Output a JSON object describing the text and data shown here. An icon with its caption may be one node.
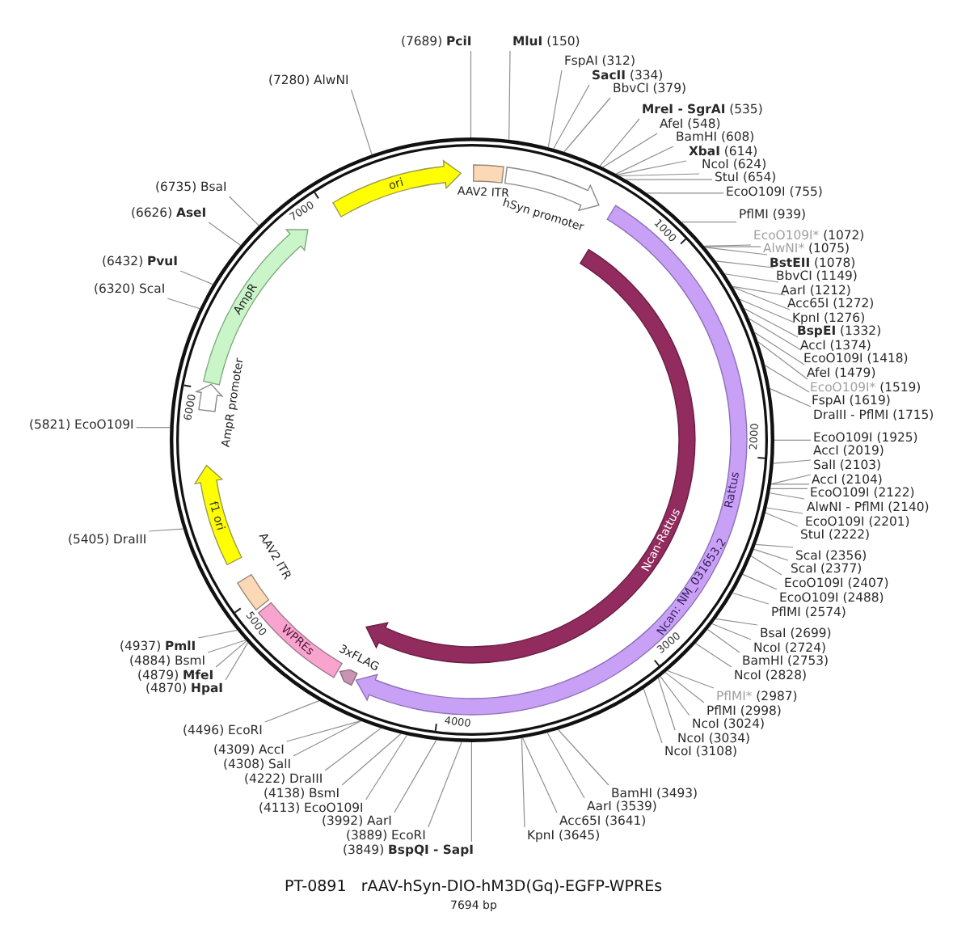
{
  "diagram": {
    "title": "PT-0891   rAAV-hSyn-DIO-hM3D(Gq)-EGFP-WPREs",
    "caption": "7694 bp",
    "nodes": [
      {
        "text": [],
        "shape": "circle"
      },
      {
        "text": [
          "AAV2 ITR"
        ],
        "in": 0
      },
      {
        "text": [
          "hSyn promoter"
        ],
        "in": 0
      },
      {
        "text": [
          "Ncan: NM_031653.2",
          "Rattus"
        ],
        "in": 0
      },
      {
        "text": [
          "Ncan-Rattus"
        ],
        "in": 0
      },
      {
        "text": [
          "3xFLAG"
        ],
        "in": 0
      },
      {
        "text": [
          "WPREs"
        ],
        "in": 0
      },
      {
        "text": [
          "AAV2 ITR"
        ],
        "in": 0
      },
      {
        "text": [
          "f1 ori"
        ],
        "in": 0
      },
      {
        "text": [
          "AmpR promoter"
        ],
        "in": 0
      },
      {
        "text": [
          "AmpR"
        ],
        "in": 0
      },
      {
        "text": [
          "ori"
        ],
        "in": 0
      },
      {
        "text": [
          "**MluI** (150)"
        ]
      },
      {
        "text": [
          "FspAI (312)"
        ]
      },
      {
        "text": [
          "**SacII** (334)"
        ]
      },
      {
        "text": [
          "BbvCI (379)"
        ]
      },
      {
        "text": [
          "**MreI - SgrAI** (535)"
        ]
      },
      {
        "text": [
          "AfeI (548)"
        ]
      },
      {
        "text": [
          "BamHI (608)"
        ]
      },
      {
        "text": [
          "**XbaI** (614)"
        ]
      },
      {
        "text": [
          "NcoI (624)"
        ]
      },
      {
        "text": [
          "StuI (654)"
        ]
      },
      {
        "text": [
          "EcoO109I (755)"
        ]
      },
      {
        "text": [
          "PflMI (939)"
        ]
      },
      {
        "text": [
          "EcoO109I* (1072)"
        ]
      },
      {
        "text": [
          "AlwNI* (1075)"
        ]
      },
      {
        "text": [
          "**BstEII** (1078)"
        ]
      },
      {
        "text": [
          "BbvCI (1149)"
        ]
      },
      {
        "text": [
          "AarI (1212)"
        ]
      },
      {
        "text": [
          "Acc65I (1272)"
        ]
      },
      {
        "text": [
          "KpnI (1276)"
        ]
      },
      {
        "text": [
          "**BspEI** (1332)"
        ]
      },
      {
        "text": [
          "AccI (1374)"
        ]
      },
      {
        "text": [
          "EcoO109I (1418)"
        ]
      },
      {
        "text": [
          "AfeI (1479)"
        ]
      },
      {
        "text": [
          "EcoO109I* (1519)"
        ]
      },
      {
        "text": [
          "FspAI (1619)"
        ]
      },
      {
        "text": [
          "DraIII - PflMI (1715)"
        ]
      },
      {
        "text": [
          "EcoO109I (1925)"
        ]
      },
      {
        "text": [
          "AccI (2019)"
        ]
      },
      {
        "text": [
          "SalI (2103)"
        ]
      },
      {
        "text": [
          "AccI (2104)"
        ]
      },
      {
        "text": [
          "EcoO109I (2122)"
        ]
      },
      {
        "text": [
          "AlwNI - PflMI (2140)"
        ]
      },
      {
        "text": [
          "EcoO109I (2201)"
        ]
      },
      {
        "text": [
          "StuI (2222)"
        ]
      },
      {
        "text": [
          "ScaI (2356)"
        ]
      },
      {
        "text": [
          "ScaI (2377)"
        ]
      },
      {
        "text": [
          "EcoO109I (2407)"
        ]
      },
      {
        "text": [
          "EcoO109I (2488)"
        ]
      },
      {
        "text": [
          "PflMI (2574)"
        ]
      },
      {
        "text": [
          "BsaI (2699)"
        ]
      },
      {
        "text": [
          "NcoI (2724)"
        ]
      },
      {
        "text": [
          "BamHI (2753)"
        ]
      },
      {
        "text": [
          "NcoI (2828)"
        ]
      },
      {
        "text": [
          "PflMI* (2987)"
        ]
      },
      {
        "text": [
          "PflMI (2998)"
        ]
      },
      {
        "text": [
          "NcoI (3024)"
        ]
      },
      {
        "text": [
          "NcoI (3034)"
        ]
      },
      {
        "text": [
          "NcoI (3108)"
        ]
      },
      {
        "text": [
          "BamHI (3493)"
        ]
      },
      {
        "text": [
          "AarI (3539)"
        ]
      },
      {
        "text": [
          "Acc65I (3641)"
        ]
      },
      {
        "text": [
          "KpnI (3645)"
        ]
      },
      {
        "text": [
          "(3849) **BspQI - SapI**"
        ]
      },
      {
        "text": [
          "(3889) EcoRI"
        ]
      },
      {
        "text": [
          "(3992) AarI"
        ]
      },
      {
        "text": [
          "(4113) EcoO109I"
        ]
      },
      {
        "text": [
          "(4138) BsmI"
        ]
      },
      {
        "text": [
          "(4222) DraIII"
        ]
      },
      {
        "text": [
          "(4308) SalI"
        ]
      },
      {
        "text": [
          "(4309) AccI"
        ]
      },
      {
        "text": [
          "(4496) EcoRI"
        ]
      },
      {
        "text": [
          "(4870) **HpaI**"
        ]
      },
      {
        "text": [
          "(4879) **MfeI**"
        ]
      },
      {
        "text": [
          "(4884) BsmI"
        ]
      },
      {
        "text": [
          "(4937) **PmlI**"
        ]
      },
      {
        "text": [
          "(5405) DraIII"
        ]
      },
      {
        "text": [
          "(5821) EcoO109I"
        ]
      },
      {
        "text": [
          "(6320) ScaI"
        ]
      },
      {
        "text": [
          "(6432) **PvuI**"
        ]
      },
      {
        "text": [
          "(6626) **AseI**"
        ]
      },
      {
        "text": [
          "(6735) BsaI"
        ]
      },
      {
        "text": [
          "(7280) AlwNI"
        ]
      },
      {
        "text": [
          "(7689) **PciI**"
        ]
      }
    ],
    "edges": [
      {
        "from": 12,
        "to": 0,
        "arrow": "none"
      },
      {
        "from": 13,
        "to": 0,
        "arrow": "none"
      },
      {
        "from": 14,
        "to": 0,
        "arrow": "none"
      },
      {
        "from": 15,
        "to": 0,
        "arrow": "none"
      },
      {
        "from": 16,
        "to": 0,
        "arrow": "none"
      },
      {
        "from": 17,
        "to": 0,
        "arrow": "none"
      },
      {
        "from": 18,
        "to": 0,
        "arrow": "none"
      },
      {
        "from": 19,
        "to": 0,
        "arrow": "none"
      },
      {
        "from": 20,
        "to": 0,
        "arrow": "none"
      },
      {
        "from": 21,
        "to": 0,
        "arrow": "none"
      },
      {
        "from": 22,
        "to": 0,
        "arrow": "none"
      },
      {
        "from": 23,
        "to": 0,
        "arrow": "none"
      },
      {
        "from": 24,
        "to": 0,
        "arrow": "none"
      },
      {
        "from": 25,
        "to": 0,
        "arrow": "none"
      },
      {
        "from": 26,
        "to": 0,
        "arrow": "none"
      },
      {
        "from": 27,
        "to": 0,
        "arrow": "none"
      },
      {
        "from": 28,
        "to": 0,
        "arrow": "none"
      },
      {
        "from": 29,
        "to": 0,
        "arrow": "none"
      },
      {
        "from": 30,
        "to": 0,
        "arrow": "none"
      },
      {
        "from": 31,
        "to": 0,
        "arrow": "none"
      },
      {
        "from": 32,
        "to": 0,
        "arrow": "none"
      },
      {
        "from": 33,
        "to": 0,
        "arrow": "none"
      },
      {
        "from": 34,
        "to": 0,
        "arrow": "none"
      },
      {
        "from": 35,
        "to": 0,
        "arrow": "none"
      },
      {
        "from": 36,
        "to": 0,
        "arrow": "none"
      },
      {
        "from": 37,
        "to": 0,
        "arrow": "none"
      },
      {
        "from": 38,
        "to": 0,
        "arrow": "none"
      },
      {
        "from": 39,
        "to": 0,
        "arrow": "none"
      },
      {
        "from": 40,
        "to": 0,
        "arrow": "none"
      },
      {
        "from": 41,
        "to": 0,
        "arrow": "none"
      },
      {
        "from": 42,
        "to": 0,
        "arrow": "none"
      },
      {
        "from": 43,
        "to": 0,
        "arrow": "none"
      },
      {
        "from": 44,
        "to": 0,
        "arrow": "none"
      },
      {
        "from": 45,
        "to": 0,
        "arrow": "none"
      },
      {
        "from": 46,
        "to": 0,
        "arrow": "none"
      },
      {
        "from": 47,
        "to": 0,
        "arrow": "none"
      },
      {
        "from": 48,
        "to": 0,
        "arrow": "none"
      },
      {
        "from": 49,
        "to": 0,
        "arrow": "none"
      },
      {
        "from": 50,
        "to": 0,
        "arrow": "none"
      },
      {
        "from": 51,
        "to": 0,
        "arrow": "none"
      },
      {
        "from": 52,
        "to": 0,
        "arrow": "none"
      },
      {
        "from": 53,
        "to": 0,
        "arrow": "none"
      },
      {
        "from": 54,
        "to": 0,
        "arrow": "none"
      },
      {
        "from": 55,
        "to": 0,
        "arrow": "none"
      },
      {
        "from": 56,
        "to": 0,
        "arrow": "none"
      },
      {
        "from": 57,
        "to": 0,
        "arrow": "none"
      },
      {
        "from": 58,
        "to": 0,
        "arrow": "none"
      },
      {
        "from": 59,
        "to": 0,
        "arrow": "none"
      },
      {
        "from": 60,
        "to": 0,
        "arrow": "none"
      },
      {
        "from": 61,
        "to": 0,
        "arrow": "none"
      },
      {
        "from": 62,
        "to": 0,
        "arrow": "none"
      },
      {
        "from": 63,
        "to": 0,
        "arrow": "none"
      },
      {
        "from": 64,
        "to": 0,
        "arrow": "none"
      },
      {
        "from": 65,
        "to": 0,
        "arrow": "none"
      },
      {
        "from": 66,
        "to": 0,
        "arrow": "none"
      },
      {
        "from": 67,
        "to": 0,
        "arrow": "none"
      },
      {
        "from": 68,
        "to": 0,
        "arrow": "none"
      },
      {
        "from": 69,
        "to": 0,
        "arrow": "none"
      },
      {
        "from": 70,
        "to": 0,
        "arrow": "none"
      },
      {
        "from": 71,
        "to": 0,
        "arrow": "none"
      },
      {
        "from": 72,
        "to": 0,
        "arrow": "none"
      },
      {
        "from": 73,
        "to": 0,
        "arrow": "none"
      },
      {
        "from": 74,
        "to": 0,
        "arrow": "none"
      },
      {
        "from": 75,
        "to": 0,
        "arrow": "none"
      },
      {
        "from": 76,
        "to": 0,
        "arrow": "none"
      },
      {
        "from": 77,
        "to": 0,
        "arrow": "none"
      },
      {
        "from": 78,
        "to": 0,
        "arrow": "none"
      },
      {
        "from": 79,
        "to": 0,
        "arrow": "none"
      },
      {
        "from": 80,
        "to": 0,
        "arrow": "none"
      },
      {
        "from": 81,
        "to": 0,
        "arrow": "none"
      },
      {
        "from": 82,
        "to": 0,
        "arrow": "none"
      },
      {
        "from": 83,
        "to": 0,
        "arrow": "none"
      },
      {
        "from": 84,
        "to": 0,
        "arrow": "none"
      }
    ],
    "labels": [
      "1000",
      "2000",
      "3000",
      "4000",
      "5000",
      "6000",
      "7000"
    ]
  }
}
